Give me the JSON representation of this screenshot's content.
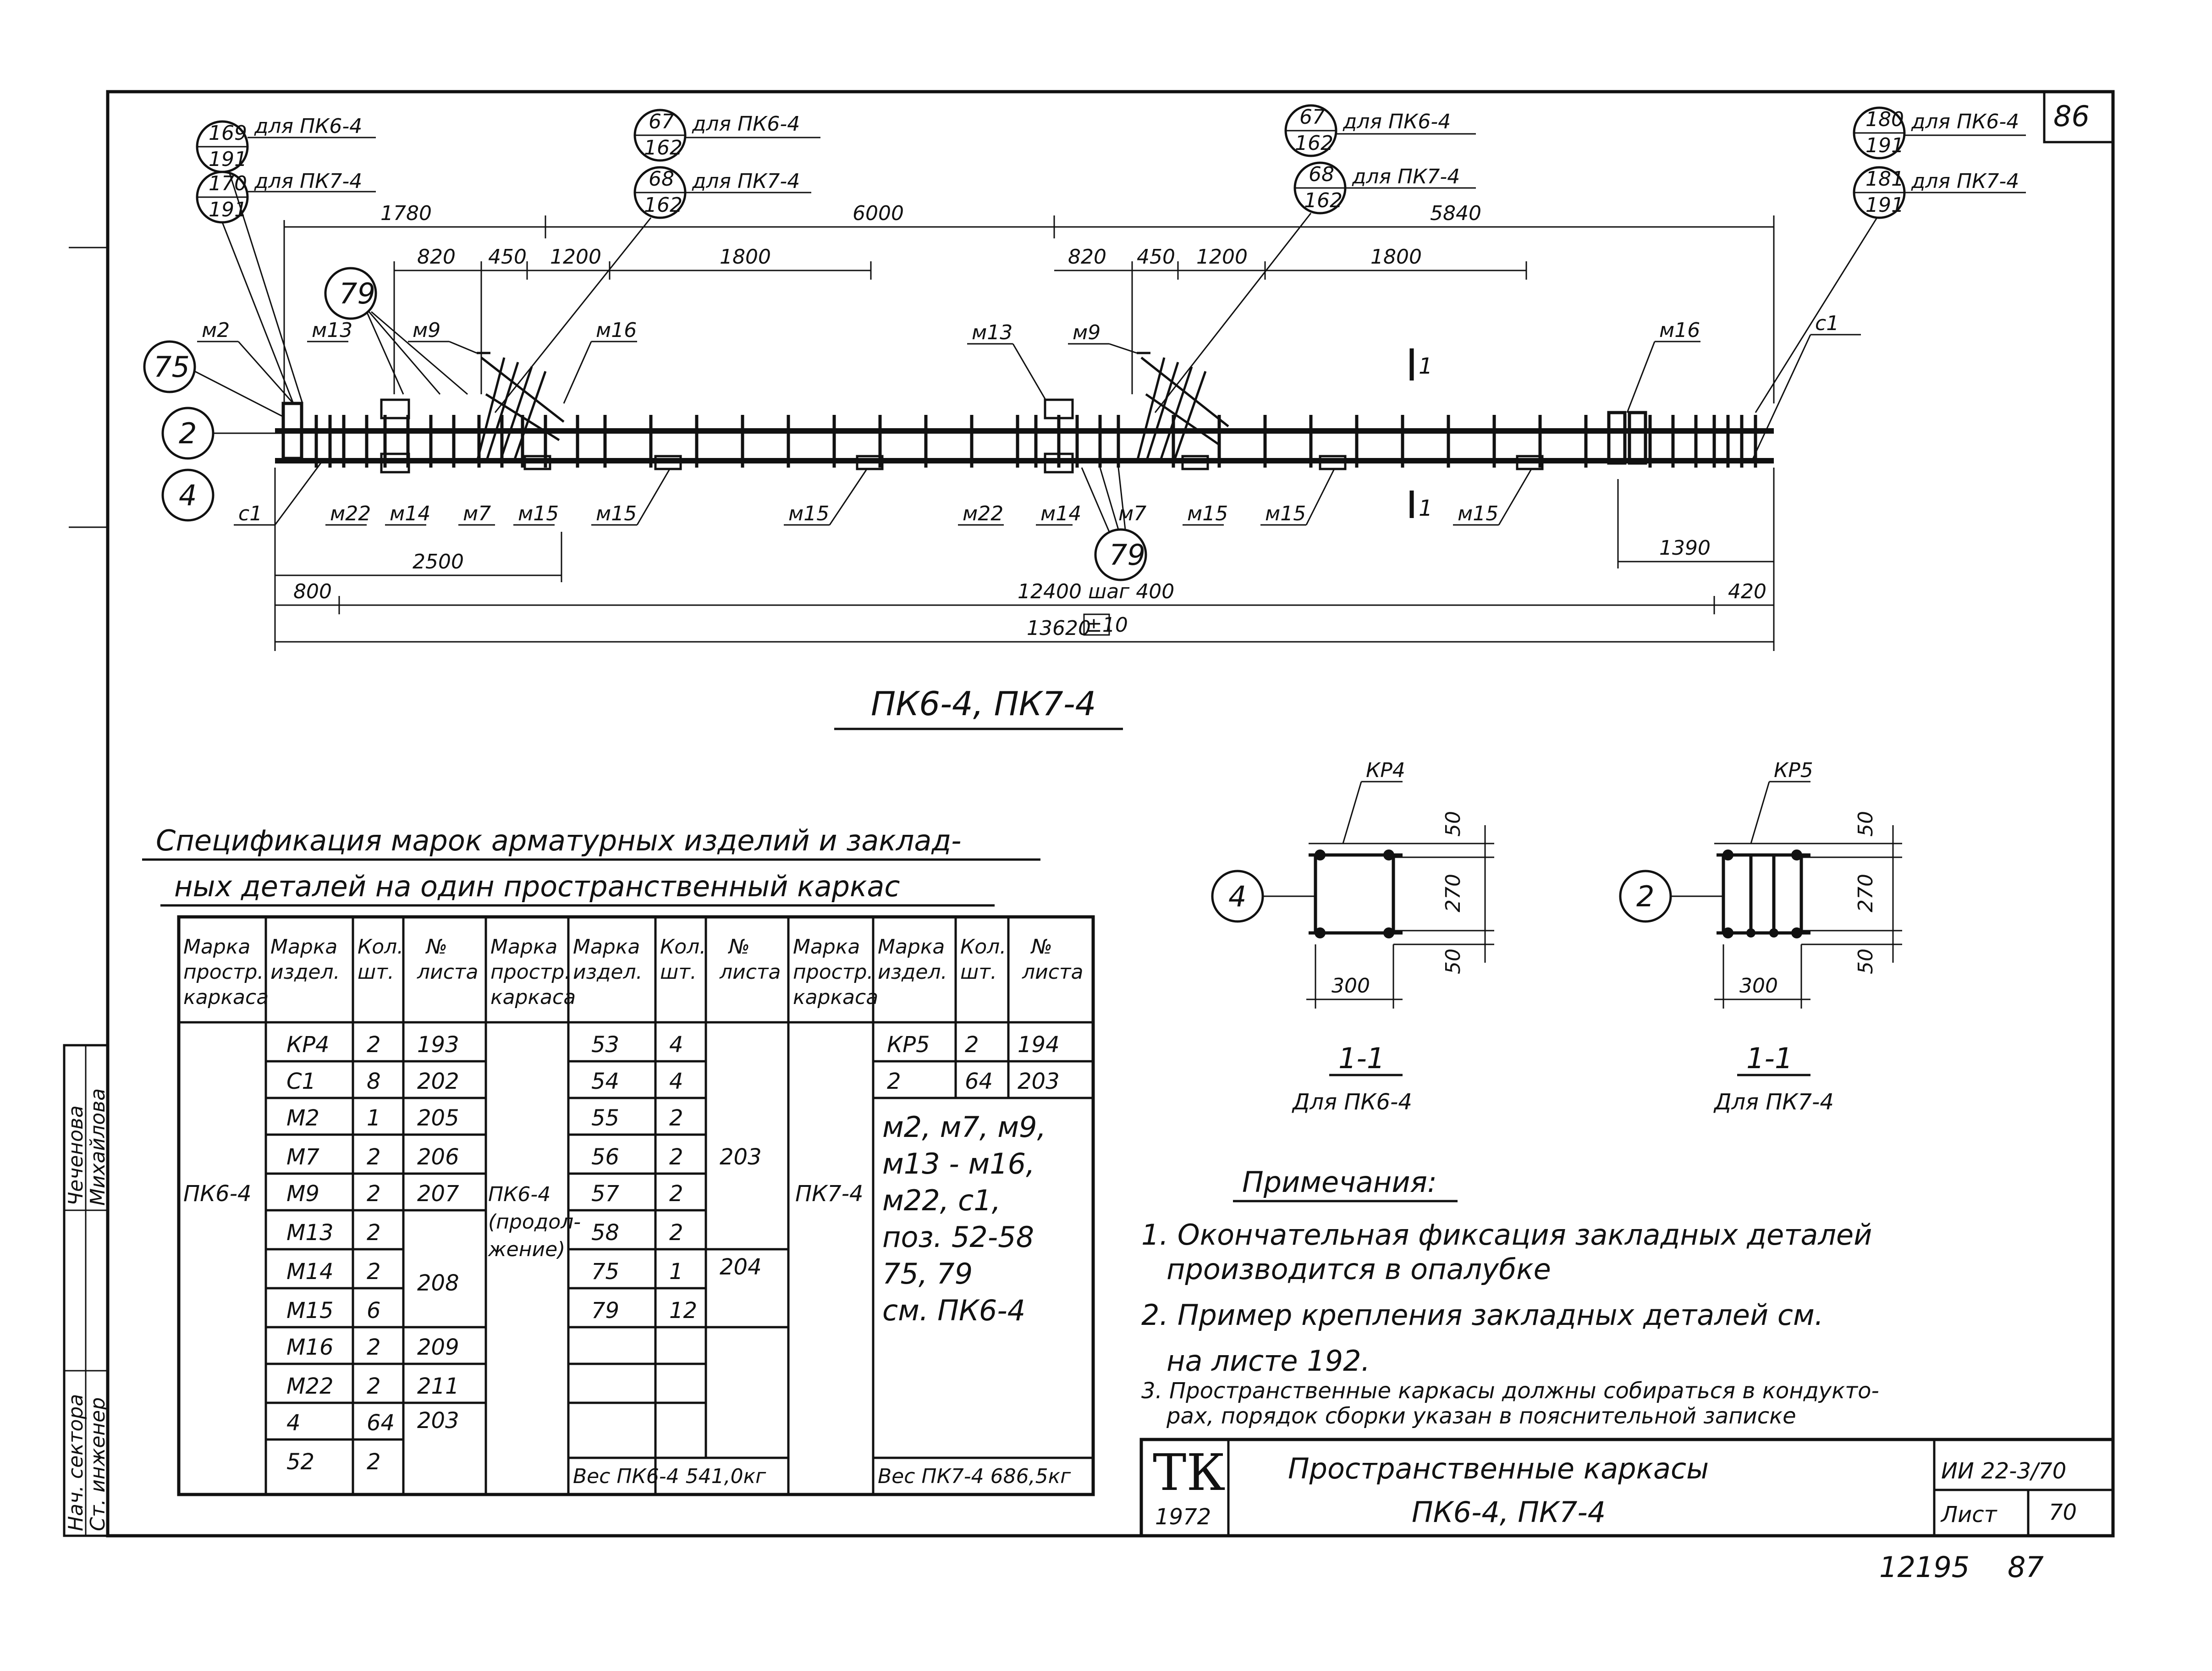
{
  "sheet_corner": "86",
  "side_stamp": {
    "role_1": "Нач. сектора",
    "role_2": "Ст. инженер",
    "name_1": "Чеченова",
    "name_2": "Михайлова"
  },
  "elevation": {
    "title": "ПК6-4, ПК7-4",
    "callouts_left_top": [
      {
        "mark": "169",
        "sheet": "191",
        "note": "для ПК6-4"
      },
      {
        "mark": "170",
        "sheet": "191",
        "note": "для ПК7-4"
      }
    ],
    "callouts_mid1": [
      {
        "mark": "67",
        "sheet": "162",
        "note": "для ПК6-4"
      },
      {
        "mark": "68",
        "sheet": "162",
        "note": "для ПК7-4"
      }
    ],
    "callouts_mid2": [
      {
        "mark": "67",
        "sheet": "162",
        "note": "для ПК6-4"
      },
      {
        "mark": "68",
        "sheet": "162",
        "note": "для ПК7-4"
      }
    ],
    "callouts_right_top": [
      {
        "mark": "180",
        "sheet": "191",
        "note": "для ПК6-4"
      },
      {
        "mark": "181",
        "sheet": "191",
        "note": "для ПК7-4"
      }
    ],
    "circle_labels": {
      "c79a": "79",
      "c79b": "79",
      "c75": "75",
      "c2": "2",
      "c4": "4"
    },
    "dims_top": {
      "d1780": "1780",
      "d6000": "6000",
      "d5840": "5840",
      "d820a": "820",
      "d450a": "450",
      "d1200a": "1200",
      "d1800a": "1800",
      "d820b": "820",
      "d450b": "450",
      "d1200b": "1200",
      "d1800b": "1800"
    },
    "dims_bottom": {
      "d2500": "2500",
      "d800": "800",
      "d12400": "12400  шаг 400",
      "d1390": "1390",
      "d420": "420",
      "d13620": "13620",
      "tol": "±10"
    },
    "marks_top": {
      "m2": "м2",
      "m13a": "м13",
      "m9a": "м9",
      "m16a": "м16",
      "m13b": "м13",
      "m9b": "м9",
      "m16b": "м16",
      "c1r": "с1"
    },
    "marks_bottom": {
      "c1l": "с1",
      "m22a": "м22",
      "m14a": "м14",
      "m7a": "м7",
      "m15a": "м15",
      "m15b": "м15",
      "m15c": "м15",
      "m22b": "м22",
      "m14b": "м14",
      "m7b": "м7",
      "m15d": "м15",
      "m15e": "м15",
      "m15f": "м15"
    },
    "section_mark": "1"
  },
  "spec": {
    "title_line1": "Спецификация марок арматурных изделий и заклад-",
    "title_line2": "ных деталей на один пространственный каркас",
    "headers": [
      "Марка простр. каркаса",
      "Марка издел.",
      "Кол. шт.",
      "№ листа"
    ],
    "group1": {
      "frame": "ПК6-4",
      "rows": [
        [
          "КР4",
          "2",
          "193"
        ],
        [
          "С1",
          "8",
          "202"
        ],
        [
          "М2",
          "1",
          "205"
        ],
        [
          "М7",
          "2",
          "206"
        ],
        [
          "М9",
          "2",
          "207"
        ],
        [
          "М13",
          "2",
          ""
        ],
        [
          "М14",
          "2",
          ""
        ],
        [
          "М15",
          "6",
          ""
        ],
        [
          "М16",
          "2",
          "209"
        ],
        [
          "М22",
          "2",
          "211"
        ],
        [
          "4",
          "64",
          ""
        ],
        [
          "52",
          "2",
          ""
        ]
      ],
      "sheet_208": "208",
      "sheet_203": "203"
    },
    "group2": {
      "frame": "ПК6-4 (продол- жение)",
      "rows": [
        [
          "53",
          "4"
        ],
        [
          "54",
          "4"
        ],
        [
          "55",
          "2"
        ],
        [
          "56",
          "2"
        ],
        [
          "57",
          "2"
        ],
        [
          "58",
          "2"
        ],
        [
          "75",
          "1"
        ],
        [
          "79",
          "12"
        ]
      ],
      "sheet_203": "203",
      "sheet_204": "204",
      "weight": "Вес ПК6-4  541,0кг"
    },
    "group3": {
      "frame": "ПК7-4",
      "rows": [
        [
          "КР5",
          "2",
          "194"
        ],
        [
          "2",
          "64",
          "203"
        ]
      ],
      "note_lines": [
        "м2, м7, м9,",
        "м13 - м16,",
        "м22,  с1,",
        "поз. 52-58",
        "75, 79",
        "см. ПК6-4"
      ],
      "weight": "Вес ПК7-4  686,5кг"
    }
  },
  "sections": {
    "left": {
      "circle": "4",
      "label": "КР4",
      "w": "300",
      "h": "270",
      "top": "50",
      "bot": "50",
      "caption": "1-1",
      "sub": "Для ПК6-4"
    },
    "right": {
      "circle": "2",
      "label": "КР5",
      "w": "300",
      "h": "270",
      "top": "50",
      "bot": "50",
      "caption": "1-1",
      "sub": "Для ПК7-4"
    }
  },
  "notes": {
    "title": "Примечания:",
    "n1a": "1. Окончательная фиксация закладных деталей",
    "n1b": "производится в опалубке",
    "n2a": "2. Пример крепления закладных деталей см.",
    "n2b": "на листе 192.",
    "n3a": "3. Пространственные каркасы должны собираться в кондукто-",
    "n3b": "рах, порядок сборки указан в пояснительной записке"
  },
  "title_block": {
    "logo": "ТК",
    "year": "1972",
    "name_1": "Пространственные каркасы",
    "name_2": "ПК6-4, ПК7-4",
    "code": "ИИ 22-3/70",
    "sheet_label": "Лист",
    "sheet_no": "70"
  },
  "footer": {
    "a": "12195",
    "b": "87"
  }
}
